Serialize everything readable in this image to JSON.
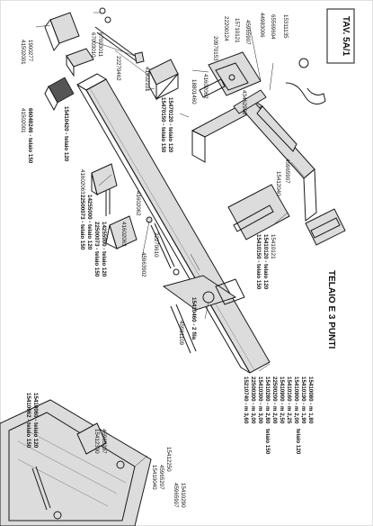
{
  "page": {
    "code_box": "TAV. 5A/1",
    "title": "TELAIO E 3 PUNTI"
  },
  "labels": {
    "l1": "1900277",
    "l2": "41502001",
    "l3": "67003011",
    "l4": "67003010",
    "l5": "22270462",
    "l6": "66048246 - telaio 150",
    "l7": "41502001",
    "l8": "15410420 - telaio 120",
    "l9": "15470120 - telaio 120",
    "l10": "15470150 - telaio 150",
    "l11": "41502101",
    "l12": "18801460",
    "l13": "41602062",
    "l14": "20970153",
    "l15": "22200124",
    "l16": "15710121",
    "l17": "45965907",
    "l18": "43462902",
    "l19": "44983006",
    "l20": "65569604",
    "l21": "15311135",
    "l22": "41602063",
    "l23": "41602062",
    "l24": "14255000 - telaio 120",
    "l25": "22500073 - telaio 150",
    "l26": "14255000 - telaio 120",
    "l27": "22500073 - telaio 150",
    "l28": "41602063",
    "l29": "45963902",
    "l30": "22270610",
    "l31": "45965907",
    "l32": "15412040",
    "l33": "15410121",
    "l34": "15410120 - telaio 120",
    "l35": "15410150 - telaio 150",
    "l36": "15410460 - 2 fila",
    "l37": "45961109",
    "l38": "15410080 - m 1,80",
    "l39": "15410190 - m 1,90",
    "l40": "15410900 - m 2,00",
    "l41": "15410160 - m 2,25",
    "l42": "15410900 - m 2,50",
    "l43": "telaio 120",
    "l44": "22500200 - m 2,00",
    "l45": "15410280 - m 2,80",
    "l46": "15410300 - m 3,00",
    "l47": "22500300 - m 3,00",
    "l48": "15210740 - m 3,60",
    "l49": "telaio 150",
    "l50": "15410060 - telaio 120",
    "l51": "15410062 - telaio 150",
    "l52": "45965207",
    "l53": "15412300",
    "l54": "45965207",
    "l55": "15410040",
    "l56": "15412250",
    "l57": "45965907",
    "l58": "15410290"
  }
}
